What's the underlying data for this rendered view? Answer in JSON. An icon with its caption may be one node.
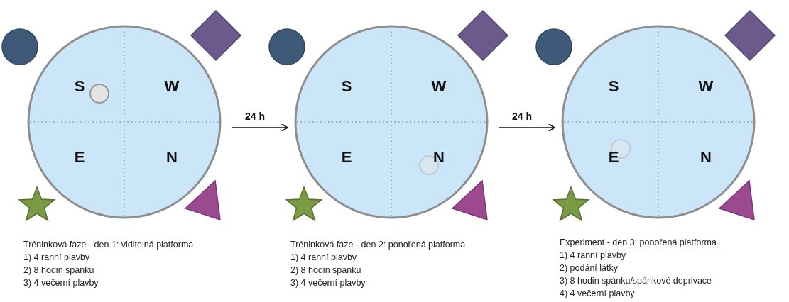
{
  "diagram": {
    "nodes": [
      {
        "text": [
          "S",
          "W",
          "E",
          "N"
        ],
        "beside": [
          "Tréninková fáze - den 1: viditelná platforma",
          "1) 4 ranní plavby",
          "2) 8 hodin spánku",
          "3) 4 večerní plavby"
        ]
      },
      {
        "text": [
          "S",
          "W",
          "E",
          "N"
        ],
        "beside": [
          "Tréninková fáze - den 2: ponořená platforma",
          "1) 4 ranní plavby",
          "2) 8 hodin spánku",
          "3) 4 večerní plavby"
        ]
      },
      {
        "text": [
          "S",
          "W",
          "E",
          "N"
        ],
        "beside": [
          "Experiment - den 3: ponořená platforma",
          "1) 4 ranní plavby",
          "2) podání látky",
          "3) 8 hodin spánku/spánkové deprivace",
          "4) 4 večerní plavby"
        ]
      }
    ],
    "edges": [
      {
        "from": 0,
        "to": 1,
        "arrow": "to",
        "label": "24 h"
      },
      {
        "from": 1,
        "to": 2,
        "arrow": "to",
        "label": "24 h"
      }
    ]
  }
}
